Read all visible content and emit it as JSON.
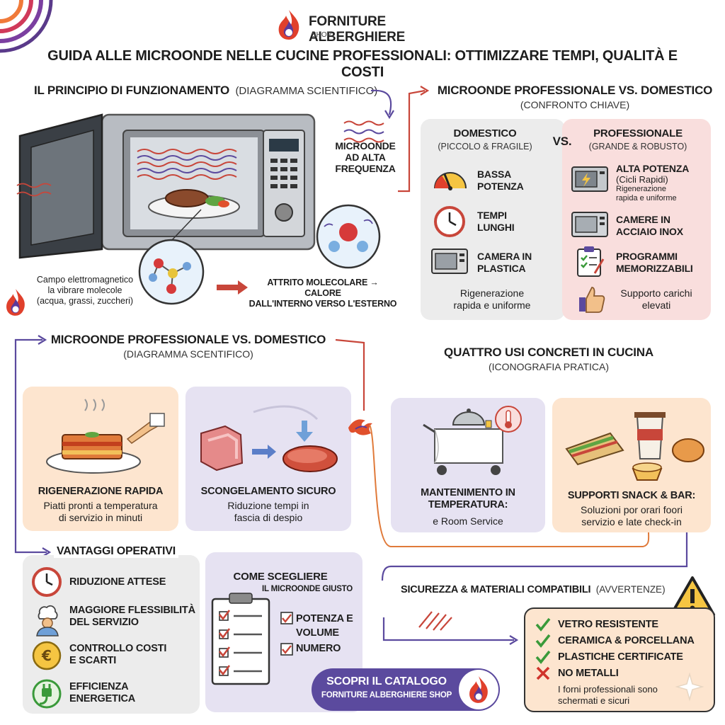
{
  "brand": {
    "name": "FORNITURE ALBERGHIERE",
    "shop": "SHOP"
  },
  "main_title": "GUIDA ALLE MICROONDE NELLE CUCINE PROFESSIONALI: OTTIMIZZARE TEMPI, QUALITÀ E COSTI",
  "principle": {
    "title": "IL PRINCIPIO DI FUNZIONAMENTO",
    "subtitle": "(DIAGRAMMA SCIENTIFICO)",
    "waves_label_1": "MICROONDE",
    "waves_label_2": "AD ALTA",
    "waves_label_3": "FREQUENZA",
    "field_1": "Campo elettromagnetico",
    "field_2": "la vibrare molecole",
    "field_3": "(acqua, grassi, zuccheri)",
    "friction_1": "ATTRITO MOLECOLARE → CALORE",
    "friction_2": "DALL'INTERNO VERSO L'ESTERNO"
  },
  "compare": {
    "title": "MICROONDE PROFESSIONALE VS. DOMESTICO",
    "subtitle": "(CONFRONTO CHIAVE)",
    "vs": "VS.",
    "domestic": {
      "title": "DOMESTICO",
      "subtitle": "(PICCOLO & FRAGILE)",
      "items": [
        {
          "line1": "BASSA",
          "line2": "POTENZA"
        },
        {
          "line1": "TEMPI",
          "line2": "LUNGHI"
        },
        {
          "line1": "CAMERA IN",
          "line2": "PLASTICA"
        }
      ],
      "footer_1": "Rigenerazione",
      "footer_2": "rapida e uniforme"
    },
    "professional": {
      "title": "PROFESSIONALE",
      "subtitle": "(GRANDE & ROBUSTO)",
      "items": [
        {
          "line1": "ALTA POTENZA",
          "line2": "(Cicli Rapidi)",
          "line3": "Rigenerazione",
          "line4": "rapida e uniforme"
        },
        {
          "line1": "CAMERE IN",
          "line2": "ACCIAIO INOX"
        },
        {
          "line1": "PROGRAMMI",
          "line2": "MEMORIZZABILI"
        }
      ],
      "footer_1": "Supporto carichi",
      "footer_2": "elevati"
    }
  },
  "section2": {
    "title": "MICROONDE PROFESSIONALE VS. DOMESTICO",
    "subtitle": "(DIAGRAMMA SCENTIFICO)"
  },
  "uses": {
    "title": "QUATTRO USI CONCRETI IN CUCINA",
    "subtitle": "(ICONOGRAFIA PRATICA)"
  },
  "cards": {
    "regen": {
      "title": "RIGENERAZIONE RAPIDA",
      "text_1": "Piatti pronti a temperatura",
      "text_2": "di servizio in minuti"
    },
    "defrost": {
      "title": "SCONGELAMENTO SICURO",
      "text_1": "Riduzione tempi in",
      "text_2": "fascia di despio"
    },
    "hold": {
      "title_1": "MANTENIMENTO IN",
      "title_2": "TEMPERATURA:",
      "text_1": "e Room Service"
    },
    "snack": {
      "title": "SUPPORTI SNACK & BAR:",
      "text_1": "Soluzioni por orari foori",
      "text_2": "servizio e late check-in"
    }
  },
  "advantages": {
    "title": "VANTAGGI OPERATIVI",
    "items": [
      {
        "line1": "RIDUZIONE ATTESE",
        "line2": ""
      },
      {
        "line1": "MAGGIORE FLESSIBILITÀ",
        "line2": "DEL SERVIZIO"
      },
      {
        "line1": "CONTROLLO COSTI",
        "line2": "E SCARTI"
      },
      {
        "line1": "EFFICIENZA",
        "line2": "ENERGETICA"
      }
    ]
  },
  "choose": {
    "title": "COME SCEGLIERE",
    "subtitle": "IL MICROONDE GIUSTO",
    "items": [
      "POTENZA E",
      "VOLUME",
      "NUMERO"
    ]
  },
  "cta": {
    "line1": "SCOPRI IL CATALOGO",
    "line2": "FORNITURE ALBERGHIERE SHOP"
  },
  "safety": {
    "title": "SICUREZZA & MATERIALI COMPATIBILI",
    "subtitle": "(AVVERTENZE)",
    "items": [
      {
        "label": "VETRO RESISTENTE",
        "ok": true
      },
      {
        "label": "CERAMICA & PORCELLANA",
        "ok": true
      },
      {
        "label": "PLASTICHE CERTIFICATE",
        "ok": true
      },
      {
        "label": "NO METALLI",
        "ok": false
      }
    ],
    "note_1": "I forni professionali sono",
    "note_2": "schermati e sicuri"
  },
  "colors": {
    "accent_purple": "#5b4a9e",
    "accent_red": "#c8463a",
    "check_green": "#3a9a3a",
    "cross_red": "#d0342c"
  }
}
